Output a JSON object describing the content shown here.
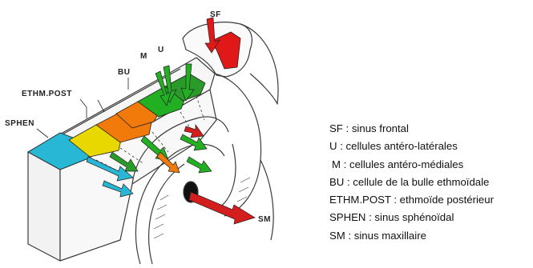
{
  "diagram": {
    "labels": {
      "sf": "SF",
      "u": "U",
      "m": "M",
      "bu": "BU",
      "ethm_post": "ETHM.POST",
      "sphen": "SPHEN",
      "sm": "SM"
    },
    "colors": {
      "frontal": "#e01818",
      "u_cell": "#2a9a2a",
      "m_cell": "#22b022",
      "bulla": "#f27a0a",
      "ethm_post": "#e8d800",
      "sphen": "#29b7d6",
      "maxillary": "#d41e1e",
      "bone_outline": "#3a3a3a"
    }
  },
  "legend": [
    "SF : sinus frontal",
    "U : cellules antéro-latérales",
    "M : cellules antéro-médiales",
    "BU : cellule de la bulle ethmoïdale",
    "ETHM.POST : ethmoïde postérieur",
    "SPHEN : sinus sphénoïdal",
    "SM : sinus maxillaire"
  ]
}
